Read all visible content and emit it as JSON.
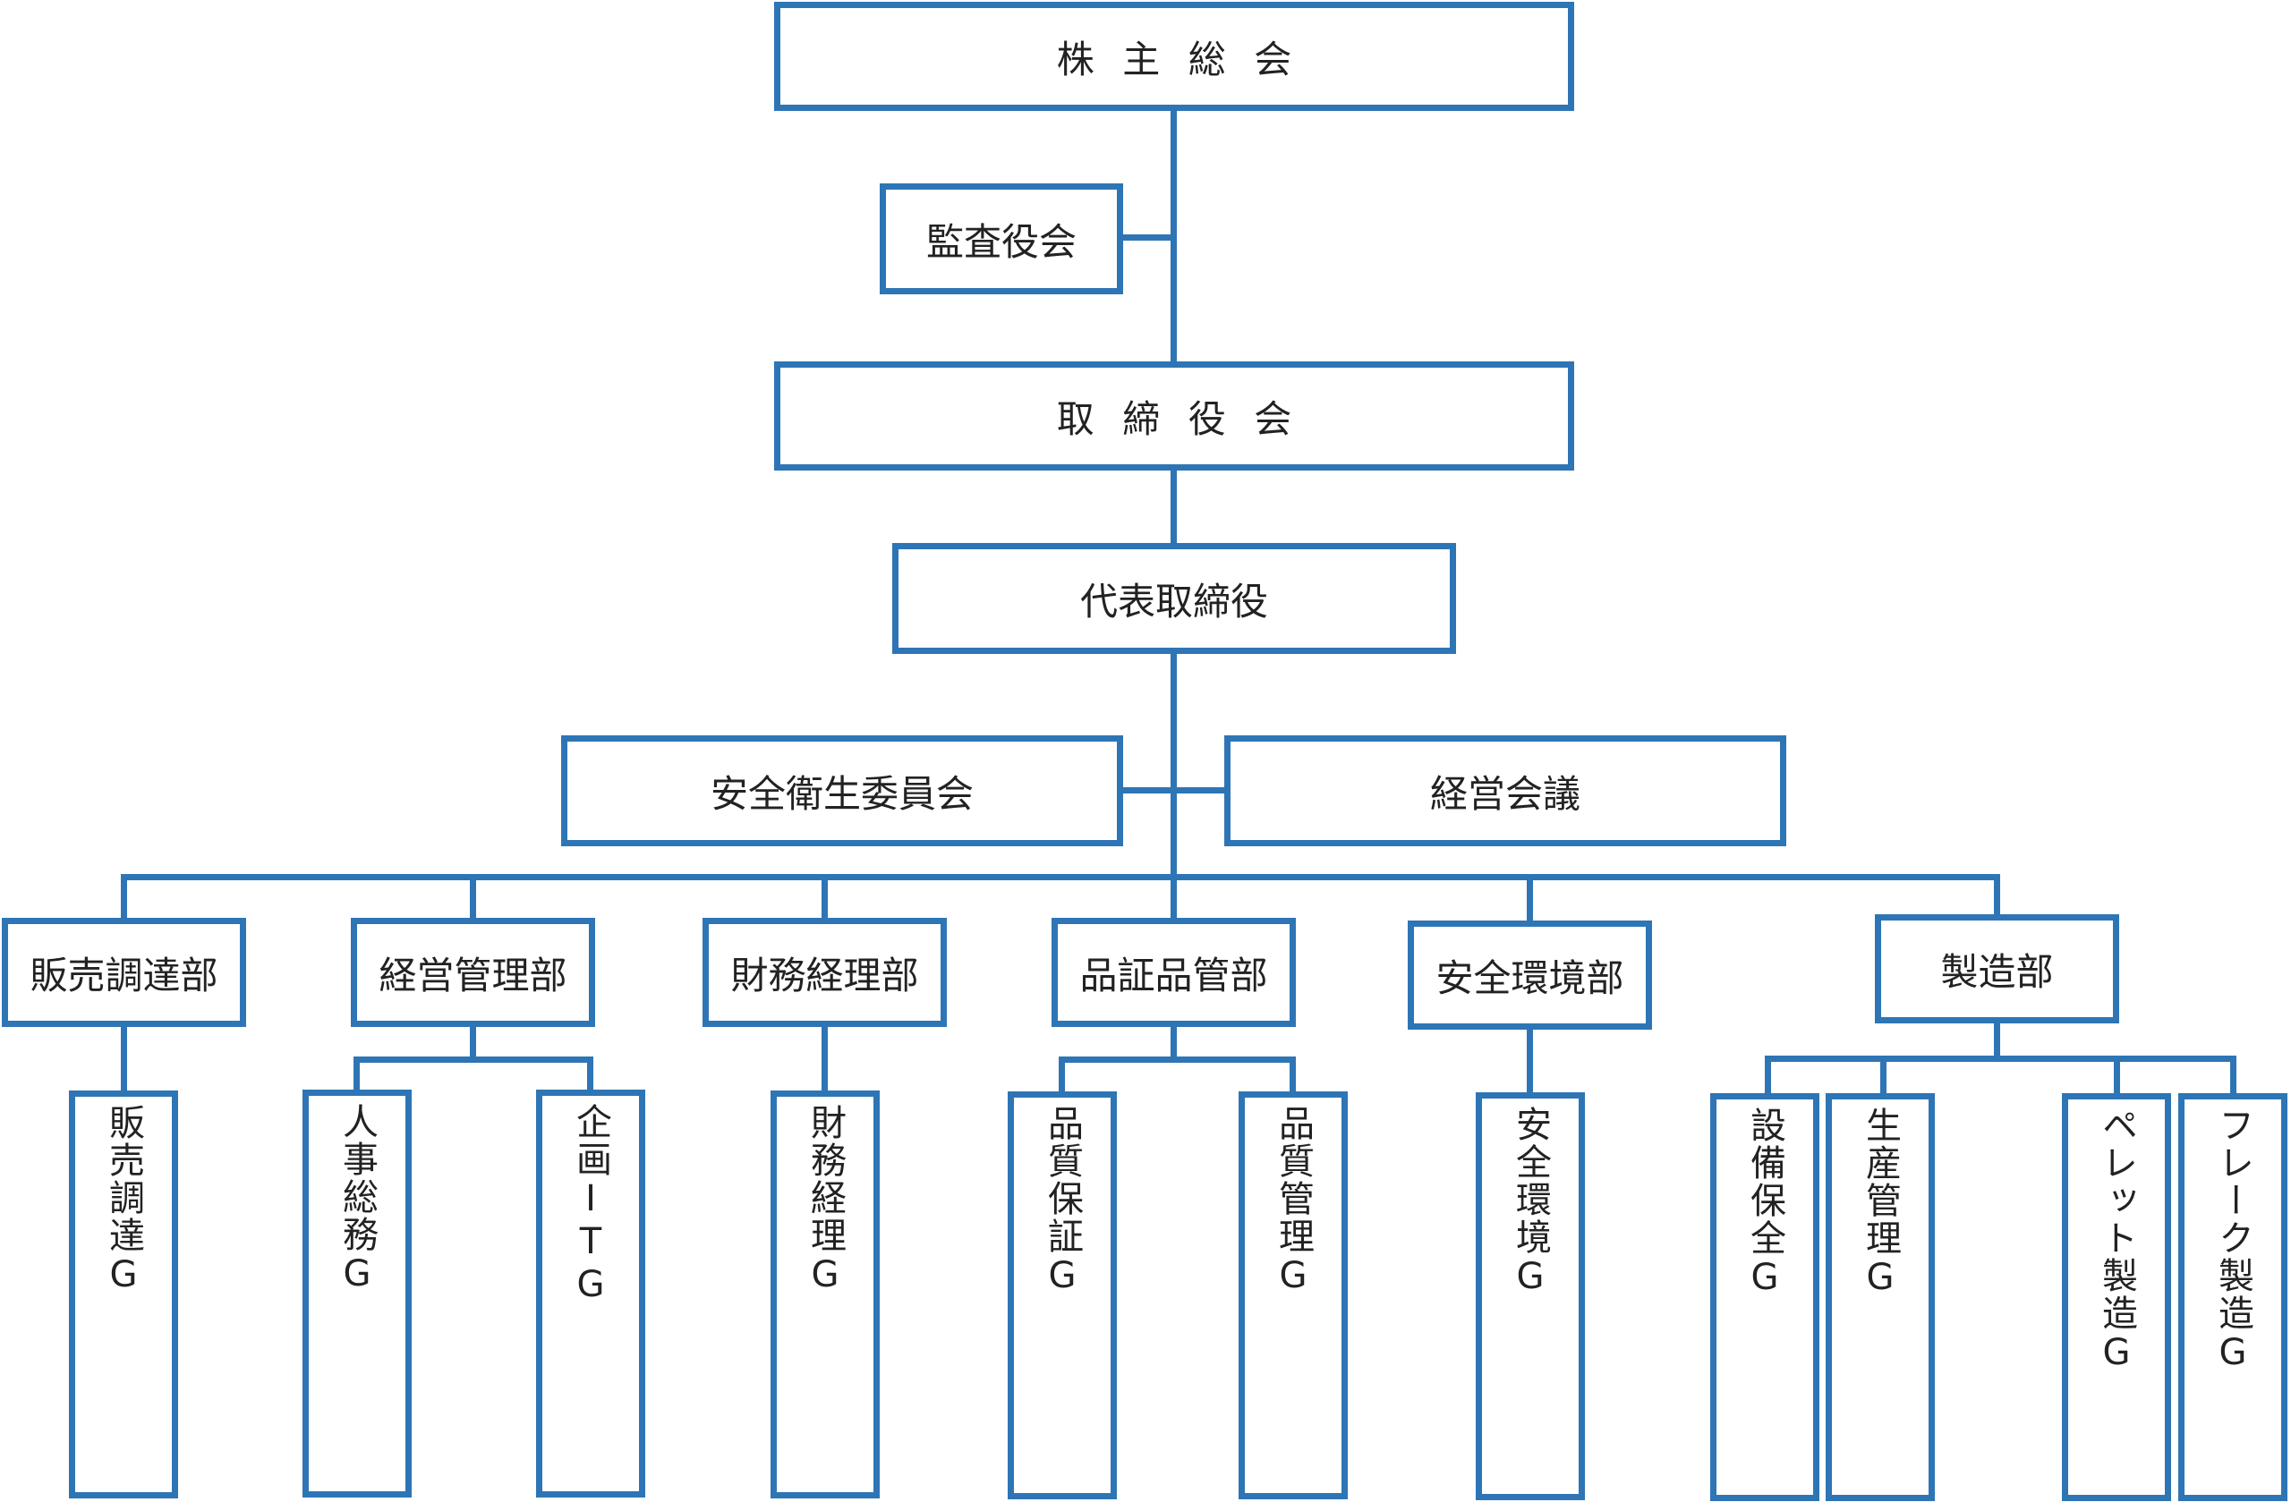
{
  "top": {
    "shareholders": "株主総会",
    "auditors": "監査役会",
    "board": "取締役会",
    "president": "代表取締役",
    "safety_committee": "安全衛生委員会",
    "management_meeting": "経営会議"
  },
  "departments": [
    {
      "name": "販売調達部"
    },
    {
      "name": "経営管理部"
    },
    {
      "name": "財務経理部"
    },
    {
      "name": "品証品管部"
    },
    {
      "name": "安全環境部"
    },
    {
      "name": "製造部"
    }
  ],
  "groups": [
    {
      "name": "販売調達G"
    },
    {
      "name": "人事総務G"
    },
    {
      "name": "企画ITG"
    },
    {
      "name": "財務経理G"
    },
    {
      "name": "品質保証G"
    },
    {
      "name": "品質管理G"
    },
    {
      "name": "安全環境G"
    },
    {
      "name": "設備保全G"
    },
    {
      "name": "生産管理G"
    },
    {
      "name": "ペレット製造G"
    },
    {
      "name": "フレーク製造G"
    }
  ],
  "colors": {
    "line": "#2e75b6",
    "text": "#222222",
    "background": "#ffffff"
  }
}
